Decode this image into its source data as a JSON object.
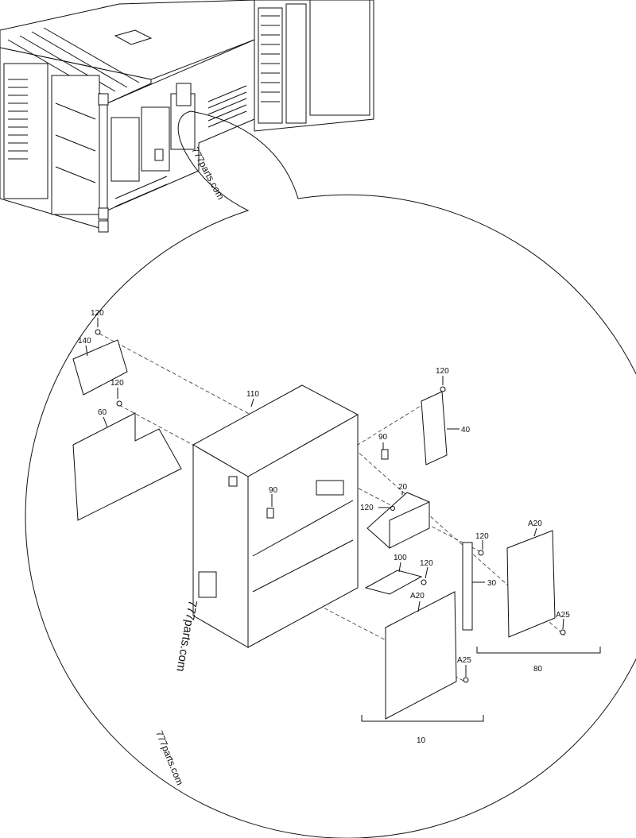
{
  "callouts": {
    "c120_a": "120",
    "c140": "140",
    "c120_b": "120",
    "c60": "60",
    "c110": "110",
    "c120_c": "120",
    "c40": "40",
    "c90_a": "90",
    "c90_b": "90",
    "c20": "20",
    "c120_d": "120",
    "c120_e": "120",
    "cA20_a": "A20",
    "c100": "100",
    "c120_f": "120",
    "c30": "30",
    "cA20_b": "A20",
    "cA25_a": "A25",
    "cA25_b": "A25",
    "c80": "80",
    "c10": "10"
  },
  "watermarks": {
    "wm_top": "777parts.com",
    "wm_mid": "777parts.com",
    "wm_bottom": "777parts.com"
  }
}
